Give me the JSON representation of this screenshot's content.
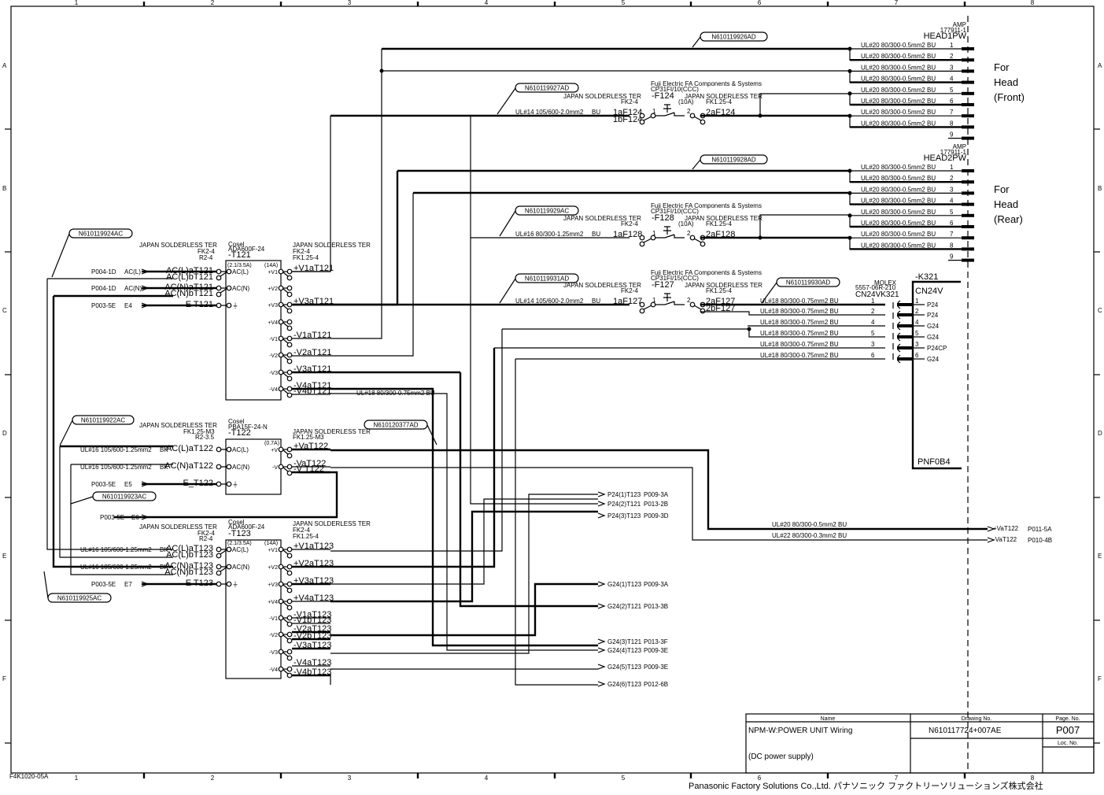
{
  "sheet": {
    "form_no": "F4K1020-05A",
    "column_labels": [
      "1",
      "2",
      "3",
      "4",
      "5",
      "6",
      "7",
      "8"
    ],
    "row_labels": [
      "A",
      "B",
      "C",
      "D",
      "E",
      "F"
    ]
  },
  "title_block": {
    "name_header": "Name",
    "drawing_header": "Drawing No.",
    "page_header": "Page. No.",
    "loc_header": "Loc. No.",
    "name_line1": "NPM-W:POWER UNIT Wiring",
    "name_line2": "(DC power supply)",
    "drawing_no": "N610117724+007AE",
    "page_no": "P007",
    "company": "Panasonic Factory Solutions Co.,Ltd. パナソニック ファクトリーソリューションズ株式会社"
  },
  "cable_tags": {
    "t121_ac": "N610119924AC",
    "t122_ac": "N610119922AC",
    "t122_e": "N610119923AC",
    "t123_ac": "N610119925AC",
    "head1": "N610119926AD",
    "f124": "N610119927AD",
    "head2": "N610119928AD",
    "f128": "N610119929AC",
    "f127": "N610119931AD",
    "cn24": "N610119930AD",
    "vat122": "N610120377AD"
  },
  "common": {
    "jst": "JAPAN SOLDERLESS TER",
    "fk24": "FK2-4",
    "r24": "R2-4",
    "fk125_4": "FK1.25-4",
    "fk125_m3": "FK1.25-M3",
    "r235": "R2-3.5",
    "cosel": "Cosel",
    "fuji": "Fuji Electric FA Components & Systems",
    "bk": "BK",
    "bu": "BU"
  },
  "psu_t121": {
    "model": "ADA600F-24",
    "ref": "-T121",
    "in_rating": "(2.1/3.5A)",
    "out_rating": "(14A)",
    "inputs": [
      {
        "src": "P004-1D",
        "sig": "AC(L)",
        "wires": [
          "AC(L)aT121",
          "AC(L)bT121"
        ],
        "pin": "AC(L)"
      },
      {
        "src": "P004-1D",
        "sig": "AC(N)",
        "wires": [
          "AC(N)aT121",
          "AC(N)bT121"
        ],
        "pin": "AC(N)"
      },
      {
        "src": "P003-5E",
        "sig": "E4",
        "wires": [
          "E T121"
        ],
        "pin": "⏚"
      }
    ],
    "pins": [
      "+V1",
      "+V2",
      "+V3",
      "+V4",
      "-V1",
      "-V2",
      "-V3",
      "-V4"
    ],
    "outputs": [
      "+V1aT121",
      "+V3aT121",
      "-V1aT121",
      "-V2aT121",
      "-V3aT121",
      "-V4aT121",
      "-V4bT121"
    ],
    "out_cable": "UL#18 80/300-0.75mm2 BU"
  },
  "psu_t122": {
    "model": "PBA15F-24-N",
    "ref": "-T122",
    "out_rating": "(0.7A)",
    "inputs": [
      {
        "cable": "UL#16 105/600-1.25mm2",
        "color": "BK",
        "wire": "AC(L)aT122",
        "pin": "AC(L)"
      },
      {
        "cable": "UL#16 105/600-1.25mm2",
        "color": "BK",
        "wire": "AC(N)aT122",
        "pin": "AC(N)"
      },
      {
        "src": "P003-5E",
        "sig": "E5",
        "wire": "E_T122",
        "pin": "⏚"
      }
    ],
    "e6": {
      "src": "P003-5E",
      "sig": "E6"
    },
    "pins": [
      "+V",
      "-V"
    ],
    "outputs": [
      "+VaT122",
      "-VaT122",
      "-V T122"
    ]
  },
  "psu_t123": {
    "model": "ADA600F-24",
    "ref": "-T123",
    "in_rating": "(2.1/3.5A)",
    "out_rating": "(14A)",
    "inputs": [
      {
        "cable": "UL#16 105/600-1.25mm2",
        "color": "BK",
        "wires": [
          "AC(L)aT123",
          "AC(L)bT123"
        ],
        "pin": "AC(L)"
      },
      {
        "cable": "UL#16 105/600-1.25mm2",
        "color": "BK",
        "wires": [
          "AC(N)aT123",
          "AC(N)bT123"
        ],
        "pin": "AC(N)"
      },
      {
        "src": "P003-5E",
        "sig": "E7",
        "wires": [
          "E T123"
        ],
        "pin": "⏚"
      }
    ],
    "pins": [
      "+V1",
      "+V2",
      "+V3",
      "+V4",
      "-V1",
      "-V2",
      "-V3",
      "-V4"
    ],
    "outputs": [
      "+V1aT123",
      "+V2aT123",
      "+V3aT123",
      "+V4aT123",
      "-V1aT123",
      "-V1bT123",
      "-V2aT123",
      "-V2bT123",
      "-V3aT123",
      "-V4aT123",
      "-V4bT123"
    ]
  },
  "breakers": [
    {
      "ref": "-F124",
      "model": "CP31FI/10(CCC)",
      "rating": "(10A)",
      "cable": "UL#14 105/600-2.0mm2",
      "in_a": "1aF124",
      "in_b": "1bF124",
      "out_a": "2aF124"
    },
    {
      "ref": "-F128",
      "model": "CP31FI/10(CCC)",
      "rating": "(10A)",
      "cable": "UL#16 80/300-1.25mm2",
      "in_a": "1aF128",
      "out_a": "2aF128"
    },
    {
      "ref": "-F127",
      "model": "CP31FI/15(CCC)",
      "rating": "",
      "cable": "UL#14 105/600-2.0mm2",
      "in_a": "1aF127",
      "out_a": "2aF127",
      "out_b": "2bF127"
    }
  ],
  "head_connectors": [
    {
      "maker": "AMP",
      "part": "177911-1",
      "ref": "HEAD1PW",
      "label": [
        "For",
        "Head",
        "(Front)"
      ],
      "wires": [
        "UL#20 80/300-0.5mm2 BU",
        "UL#20 80/300-0.5mm2 BU",
        "UL#20 80/300-0.5mm2 BU",
        "UL#20 80/300-0.5mm2 BU",
        "UL#20 80/300-0.5mm2 BU",
        "UL#20 80/300-0.5mm2 BU",
        "UL#20 80/300-0.5mm2 BU",
        "UL#20 80/300-0.5mm2 BU"
      ],
      "pins": [
        "1",
        "2",
        "3",
        "4",
        "5",
        "6",
        "7",
        "8",
        "9"
      ]
    },
    {
      "maker": "AMP",
      "part": "177911-1",
      "ref": "HEAD2PW",
      "label": [
        "For",
        "Head",
        "(Rear)"
      ],
      "wires": [
        "UL#20 80/300-0.5mm2 BU",
        "UL#20 80/300-0.5mm2 BU",
        "UL#20 80/300-0.5mm2 BU",
        "UL#20 80/300-0.5mm2 BU",
        "UL#20 80/300-0.5mm2 BU",
        "UL#20 80/300-0.5mm2 BU",
        "UL#20 80/300-0.5mm2 BU",
        "UL#20 80/300-0.5mm2 BU"
      ],
      "pins": [
        "1",
        "2",
        "3",
        "4",
        "5",
        "6",
        "7",
        "8",
        "9"
      ]
    }
  ],
  "cn24": {
    "maker": "MOLEX",
    "part": "5557-06R-210",
    "ref": "CN24VK321",
    "board_ref": "-K321",
    "board_conn": "CN24V",
    "board_name": "PNF0B4",
    "wires": [
      "UL#18 80/300-0.75mm2 BU",
      "UL#18 80/300-0.75mm2 BU",
      "UL#18 80/300-0.75mm2 BU",
      "UL#18 80/300-0.75mm2 BU",
      "UL#18 80/300-0.75mm2 BU",
      "UL#18 80/300-0.75mm2 BU"
    ],
    "pins": [
      "1",
      "2",
      "4",
      "5",
      "3",
      "6"
    ],
    "signals": [
      "P24",
      "P24",
      "G24",
      "G24",
      "P24CP",
      "G24"
    ]
  },
  "offpage_p24": [
    {
      "sig": "P24(1)T123",
      "ref": "P009-3A"
    },
    {
      "sig": "P24(2)T121",
      "ref": "P013-2B"
    },
    {
      "sig": "P24(3)T123",
      "ref": "P009-3D"
    }
  ],
  "offpage_g24": [
    {
      "sig": "G24(1)T123",
      "ref": "P009-3A"
    },
    {
      "sig": "G24(2)T121",
      "ref": "P013-3B"
    },
    {
      "sig": "G24(3)T121",
      "ref": "P013-3F"
    },
    {
      "sig": "G24(4)T123",
      "ref": "P009-3E"
    },
    {
      "sig": "G24(5)T123",
      "ref": "P009-3E"
    },
    {
      "sig": "G24(6)T123",
      "ref": "P012-6B"
    }
  ],
  "offpage_t122": [
    {
      "cable": "UL#20 80/300-0.5mm2 BU",
      "sig": "+VaT122",
      "ref": "P011-5A"
    },
    {
      "cable": "UL#22 80/300-0.3mm2 BU",
      "sig": "-VaT122",
      "ref": "P010-4B"
    }
  ]
}
